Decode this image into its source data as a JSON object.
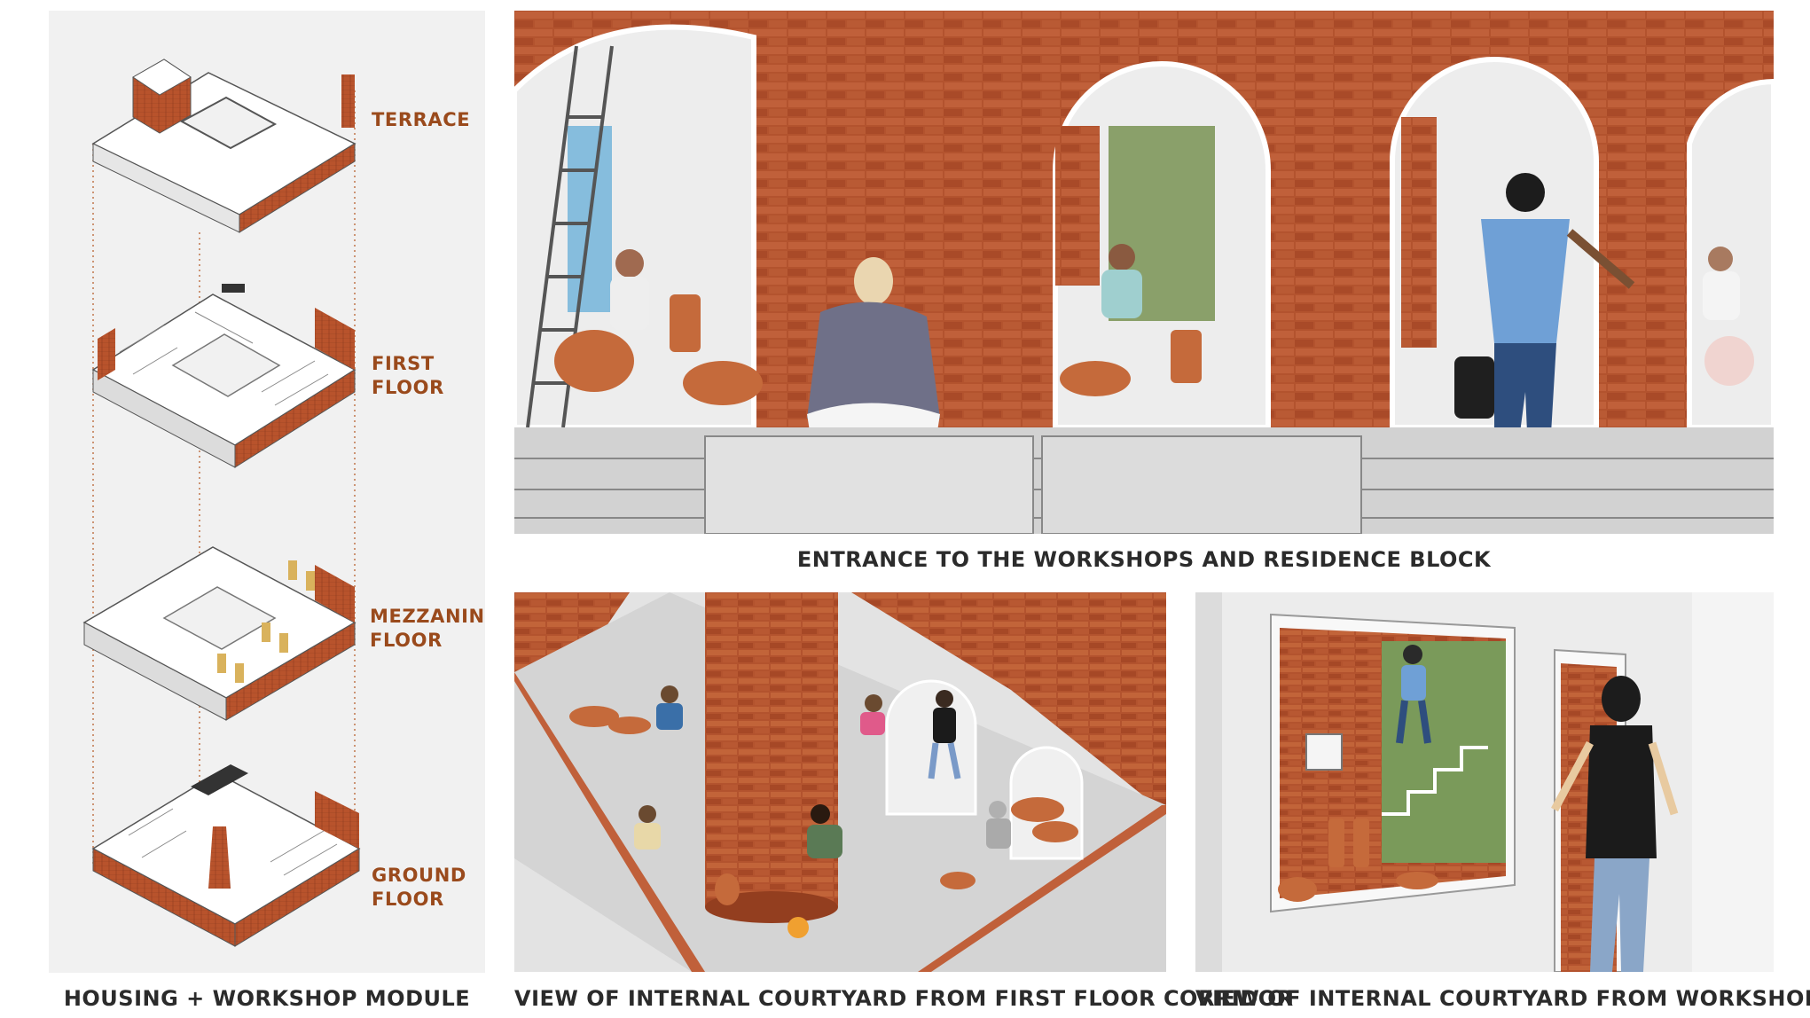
{
  "left_panel": {
    "floors": [
      {
        "line1": "TERRACE",
        "line2": ""
      },
      {
        "line1": "FIRST",
        "line2": "FLOOR"
      },
      {
        "line1": "MEZZANINE",
        "line2": "FLOOR"
      },
      {
        "line1": "GROUND",
        "line2": "FLOOR"
      }
    ],
    "caption": "HOUSING + WORKSHOP MODULE"
  },
  "top_panel": {
    "caption": "ENTRANCE TO THE WORKSHOPS AND RESIDENCE BLOCK"
  },
  "bottom_left_panel": {
    "caption": "VIEW OF INTERNAL COURTYARD FROM FIRST FLOOR CORRIDOR"
  },
  "bottom_right_panel": {
    "caption": "VIEW OF INTERNAL COURTYARD FROM WORKSHOP"
  },
  "colors": {
    "brick": "#b8532c",
    "label": "#9a4a1c",
    "panel_bg": "#f1f1f1",
    "sky_blue": "#6fa0d6",
    "copper": "#c56a3b"
  }
}
